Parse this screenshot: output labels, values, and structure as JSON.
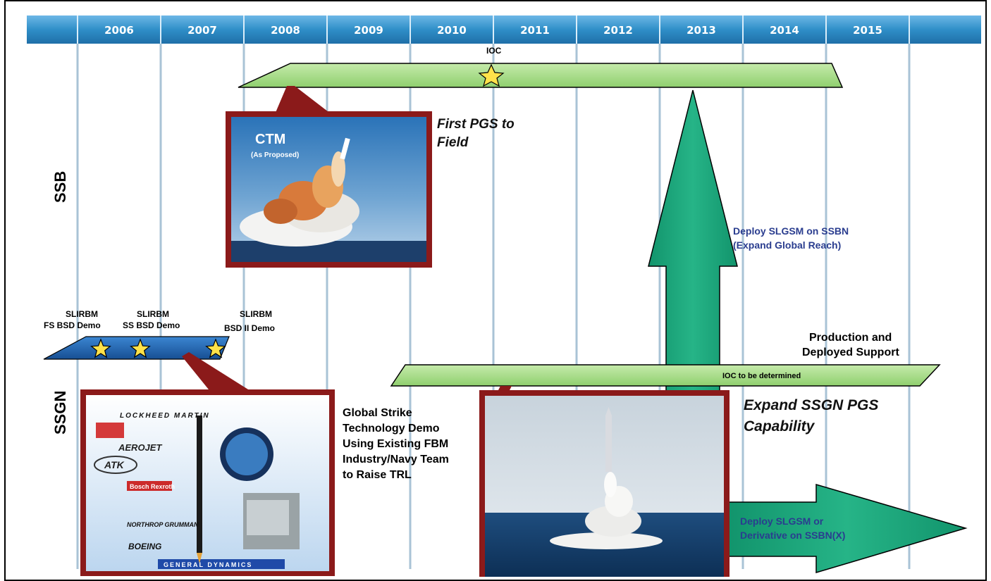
{
  "years": [
    "2006",
    "2007",
    "2008",
    "2009",
    "2010",
    "2011",
    "2012",
    "2013",
    "2014",
    "2015"
  ],
  "rows": {
    "top": "SSB",
    "bottom": "SSGN"
  },
  "ioc_label": "IOC",
  "ctm": {
    "title": "CTM",
    "subtitle": "(As Proposed)"
  },
  "first_pgs": [
    "First PGS to",
    "Field"
  ],
  "deploy_ssbn": [
    "Deploy SLGSM on SSBN",
    "(Expand Global Reach)"
  ],
  "milestones": [
    {
      "line1": "SLIRBM",
      "line2": "FS BSD Demo"
    },
    {
      "line1": "SLIRBM",
      "line2": "SS BSD Demo"
    },
    {
      "line1": "SLIRBM",
      "line2": "BSD II Demo"
    }
  ],
  "production": [
    "Production and",
    "Deployed Support"
  ],
  "ioc_tbd": "IOC to be determined",
  "expand_ssgn": [
    "Expand SSGN PGS",
    "Capability"
  ],
  "global_strike": [
    "Global Strike",
    "Technology Demo",
    "Using Existing FBM",
    "Industry/Navy Team",
    "to Raise TRL"
  ],
  "deploy_ssbnx": [
    "Deploy SLGSM or",
    "Derivative on SSBN(X)"
  ],
  "logos": [
    "LOCKHEED MARTIN",
    "AEROJET",
    "ATK",
    "GENERAL DYNAMICS",
    "NORTHROP GRUMMAN",
    "BOEING",
    "Bosch Rexroth"
  ],
  "colors": {
    "header_bar": "#2f8fc8",
    "gridline": "#a9c3d6",
    "green_band": "#a8d98a",
    "teal_arrow": "#1aa37a",
    "blue_band": "#1f5fa8",
    "maroon": "#8b1a1a",
    "star": "#ffe24a"
  }
}
